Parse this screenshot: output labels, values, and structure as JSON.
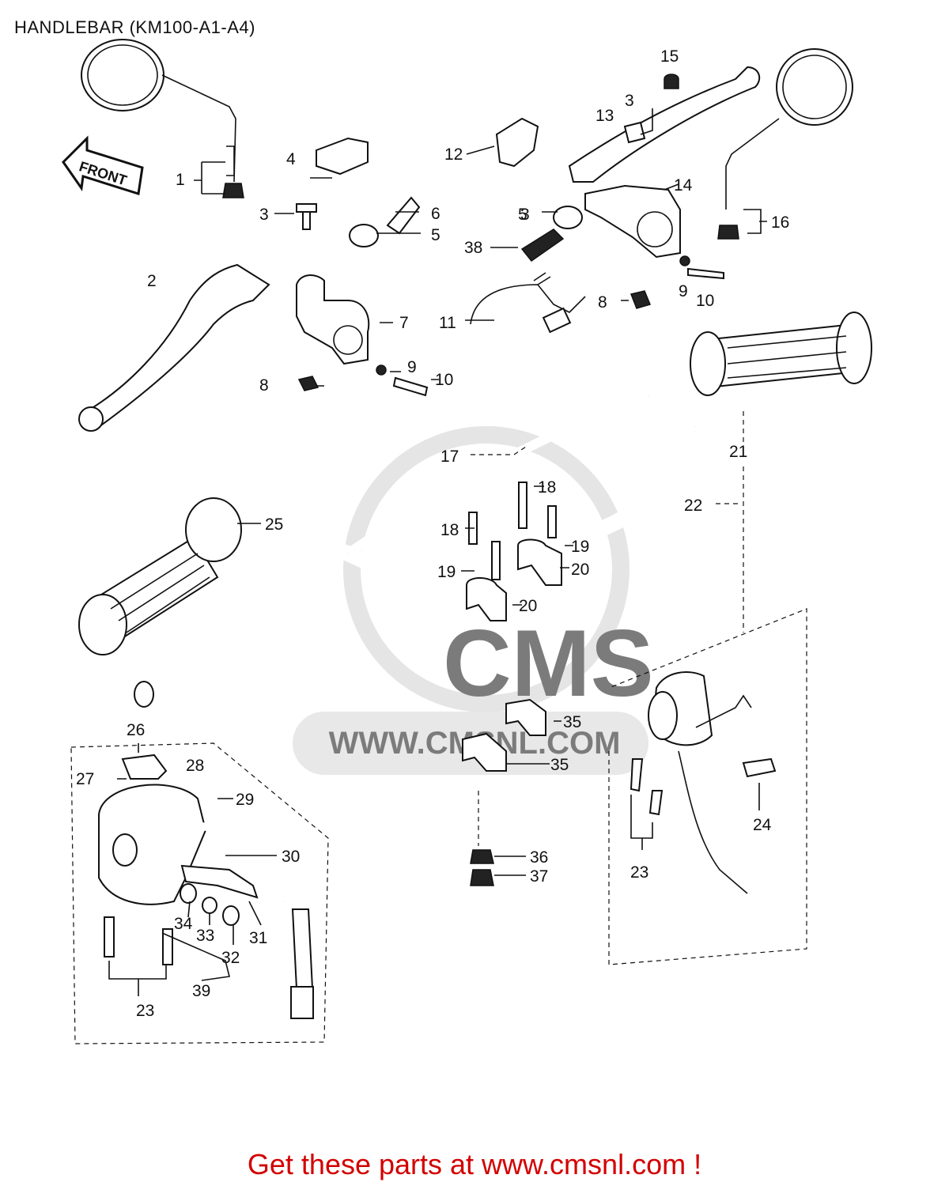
{
  "title": "HANDLEBAR (KM100-A1-A4)",
  "front_arrow": "FRONT",
  "callouts": [
    "1",
    "2",
    "3",
    "3",
    "3",
    "4",
    "5",
    "5",
    "5",
    "6",
    "7",
    "8",
    "8",
    "9",
    "9",
    "10",
    "10",
    "11",
    "12",
    "13",
    "14",
    "15",
    "16",
    "17",
    "18",
    "18",
    "19",
    "19",
    "20",
    "20",
    "21",
    "22",
    "23",
    "23",
    "24",
    "25",
    "26",
    "27",
    "28",
    "29",
    "30",
    "31",
    "32",
    "33",
    "34",
    "35",
    "35",
    "36",
    "37",
    "38",
    "39"
  ],
  "watermark": {
    "brand": "CMS",
    "url": "WWW.CMSNL.COM"
  },
  "footer": "Get these parts at www.cmsnl.com !"
}
